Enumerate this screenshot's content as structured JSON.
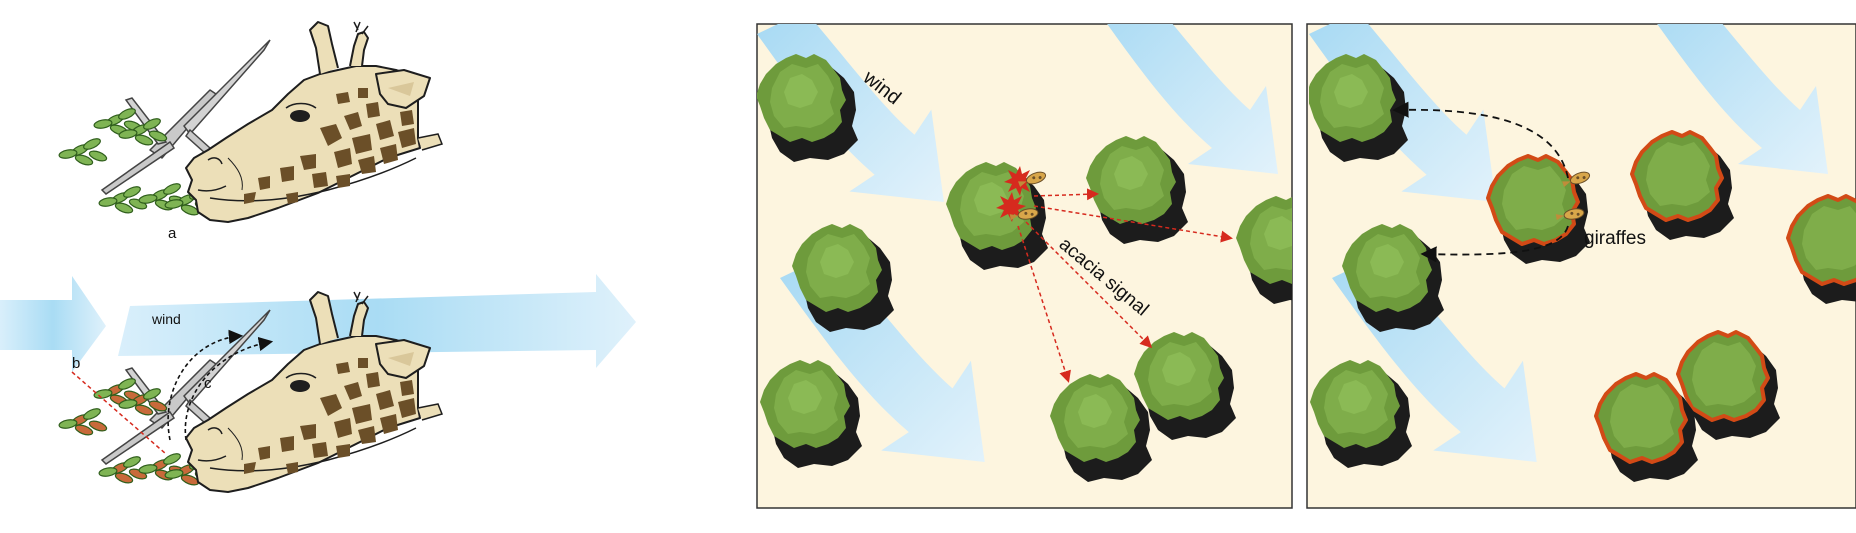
{
  "labels": {
    "a": "a",
    "b": "b",
    "c": "c",
    "wind_left": "wind",
    "wind_map": "wind",
    "acacia_signal": "acacia signal",
    "giraffes": "giraffes"
  },
  "colors": {
    "panel_bg": "#fdf5df",
    "tree_green": "#6e9b3c",
    "tree_shadow": "#1e1e1e",
    "signal_red": "#d62a1e",
    "damaged_outline": "#d24a16",
    "giraffe_fill": "#ecdfb8",
    "giraffe_spots": "#6b4f28",
    "wind_blue": "#9fd4f1"
  }
}
